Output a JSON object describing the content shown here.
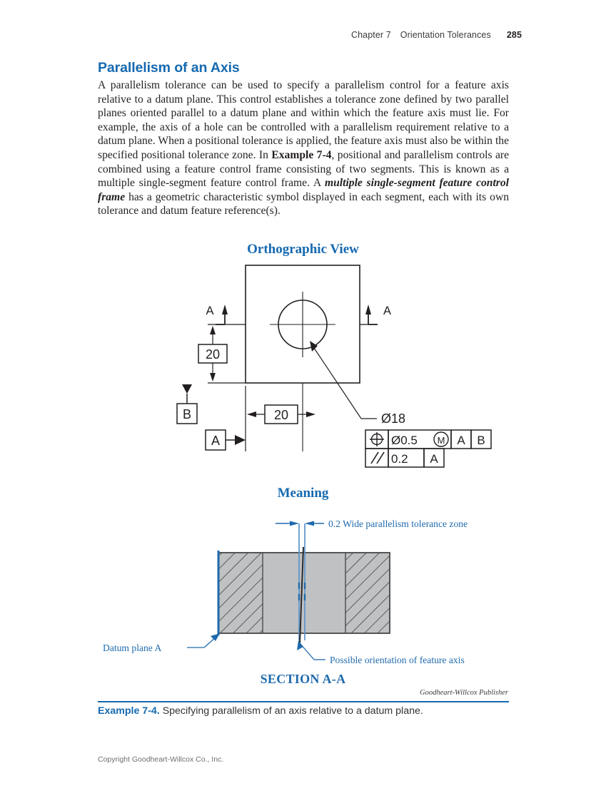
{
  "running_head": {
    "chapter": "Chapter 7",
    "title": "Orientation Tolerances",
    "page": "285"
  },
  "heading": "Parallelism of an Axis",
  "body": {
    "p1_a": "A parallelism tolerance can be used to specify a parallelism control for a feature axis relative to a datum plane. This control establishes a tolerance zone defined by two parallel planes oriented parallel to a datum plane and within which the feature axis must lie. For example, the axis of a hole can be controlled with a parallelism requirement relative to a datum plane. When a positional tolerance is applied, the feature axis must also be within the specified positional tolerance zone. In ",
    "p1_b": "Example 7-4",
    "p1_c": ", positional and parallelism controls are combined using a feature control frame consisting of two segments. This is known as a multiple single-segment feature control frame. A ",
    "p1_d": "multiple single-segment feature control frame",
    "p1_e": " has a geometric characteristic symbol displayed in each segment, each with its own tolerance and datum feature reference(s)."
  },
  "orthographic": {
    "heading": "Orthographic View",
    "section_arrow_left_label": "A",
    "section_arrow_right_label": "A",
    "vertical_dim": "20",
    "horizontal_dim": "20",
    "datum_b_label": "B",
    "datum_a_label": "A",
    "hole_callout": "Ø18",
    "fcf": {
      "row1": {
        "symbol": "position-symbol",
        "tolerance": "Ø0.5",
        "modifier": "M",
        "datum1": "A",
        "datum2": "B"
      },
      "row2": {
        "symbol": "//",
        "tolerance": "0.2",
        "datum1": "A"
      }
    }
  },
  "meaning": {
    "heading": "Meaning",
    "tolerance_zone_label": "0.2 Wide parallelism tolerance zone",
    "datum_plane_label": "Datum plane A",
    "feature_axis_label": "Possible orientation of feature axis",
    "section_label": "SECTION A-A"
  },
  "credit": "Goodheart-Willcox Publisher",
  "caption": {
    "example": "Example 7-4.",
    "text": " Specifying parallelism of an axis relative to a datum plane."
  },
  "copyright": "Copyright Goodheart-Willcox Co., Inc.",
  "colors": {
    "accent_blue": "#1569b0",
    "figure_blue": "#1f6aad",
    "part_gray": "#bfc1c3",
    "line_black": "#231f20"
  }
}
